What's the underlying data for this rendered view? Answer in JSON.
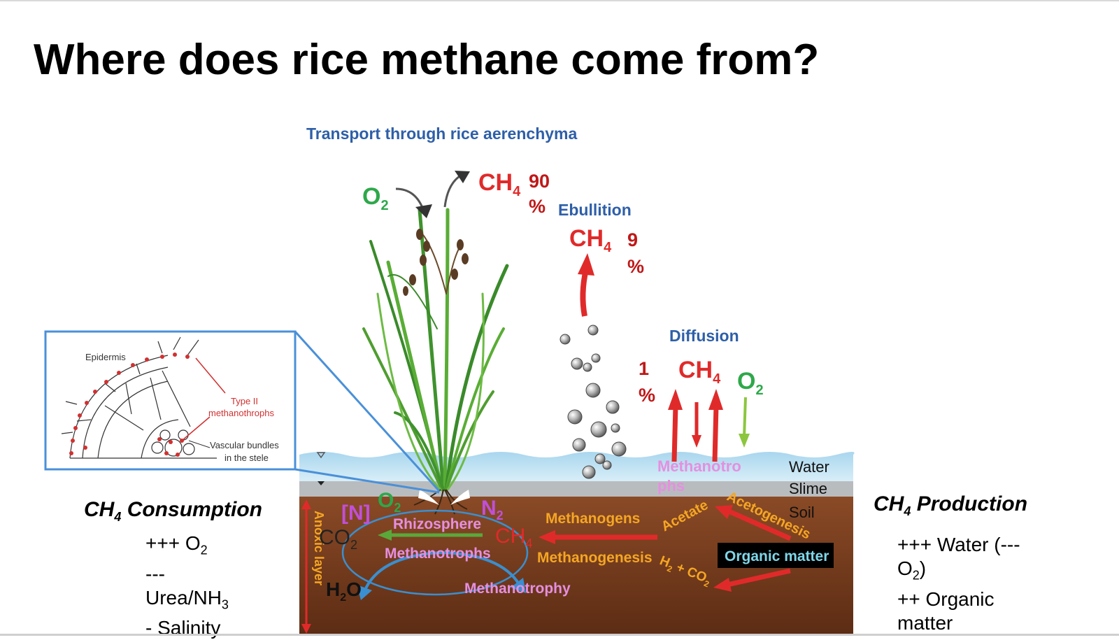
{
  "slide": {
    "title": "Where does rice methane come from?"
  },
  "diagram": {
    "transport_heading": "Transport through rice aerenchyma",
    "ebullition_label": "Ebullition",
    "diffusion_label": "Diffusion",
    "gas_o2": "O",
    "gas_ch4": "CH",
    "sub_2": "2",
    "sub_4": "4",
    "pct_90_a": "90",
    "pct_90_b": "%",
    "pct_9_a": "9",
    "pct_9_b": "%",
    "pct_1_a": "1",
    "pct_1_b": "%",
    "layer_water": "Water",
    "layer_slime": "Slime",
    "layer_soil": "Soil",
    "anoxic_layer": "Anoxic layer",
    "methanotrophs_surface_a": "Methanotro",
    "methanotrophs_surface_b": "phs",
    "nitrogen_bracket": "[N]",
    "n_letter": "N",
    "co2_text": "CO",
    "h2o_h": "H",
    "h2o_o": "O",
    "rhizosphere": "Rhizosphere",
    "methanotrophs_root": "Methanotrophs",
    "methanotrophy": "Methanotrophy",
    "methanogens": "Methanogens",
    "methanogenesis": "Methanogenesis",
    "acetate": "Acetate",
    "acetogenesis": "Acetogenesis",
    "h2_co2_h": "H",
    "h2_co2_plus": " + CO",
    "organic_matter_box": "Organic matter",
    "inset_epidermis": "Epidermis",
    "inset_type2_a": "Type II",
    "inset_type2_b": "methanothrophs",
    "inset_vascular_a": "Vascular bundles",
    "inset_vascular_b": "in the stele"
  },
  "consumption": {
    "head_ch": "CH",
    "head_sub": "4",
    "head_rest": " Consumption",
    "o2_prefix": "+++ O",
    "o2_sub": "2",
    "dash_line": "---",
    "urea_prefix": "Urea/NH",
    "urea_sub": "3",
    "salinity": "- Salinity"
  },
  "production": {
    "head_ch": "CH",
    "head_sub": "4",
    "head_rest": " Production",
    "water_line": "+++ Water (---",
    "o2_prefix": "O",
    "o2_sub": "2",
    "o2_close": ")",
    "organic_line": "++ Organic",
    "matter_line": "matter"
  },
  "colors": {
    "blue_heading": "#2e5fa8",
    "red": "#e02a2a",
    "dark_red": "#c01818",
    "green": "#2ea84a",
    "pink": "#e58fe0",
    "violet": "#c050d8",
    "orange": "#f5a623",
    "soil": "#70391c",
    "water": "#8fc8e8"
  }
}
